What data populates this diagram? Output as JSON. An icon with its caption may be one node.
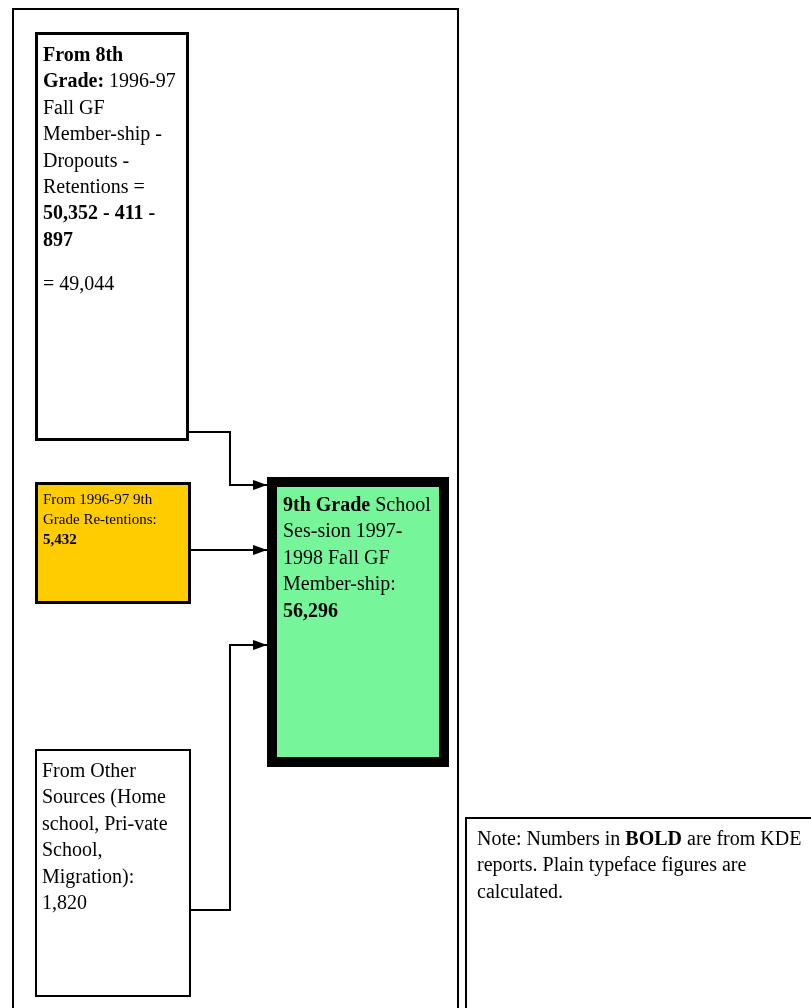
{
  "diagram": {
    "nodes": [
      {
        "text": [],
        "shape": "box"
      },
      {
        "text": [
          "**From 8th Grade:** 1996-97 Fall GF Member-ship - Dropouts - Retentions = **50,352 - 411 - 897**",
          "= 49,044"
        ],
        "in": 0
      },
      {
        "text": [
          "From 1996-97 9th Grade Re-tentions: **5,432**"
        ],
        "in": 0
      },
      {
        "text": [
          "**9th Grade** School Ses-sion 1997-1998 Fall GF Member-ship: **56,296**"
        ],
        "in": 0
      },
      {
        "text": [
          "From Other Sources (Home school, Pri-vate School, Migration): 1,820"
        ],
        "in": 0
      },
      {
        "text": [
          "Note: Numbers in **BOLD** are from KDE reports. Plain typeface figures are calculated."
        ]
      }
    ],
    "edges": [
      {
        "from": 1,
        "to": 3,
        "arrow": "to"
      },
      {
        "from": 2,
        "to": 3,
        "arrow": "to"
      },
      {
        "from": 4,
        "to": 3,
        "arrow": "to"
      }
    ]
  }
}
